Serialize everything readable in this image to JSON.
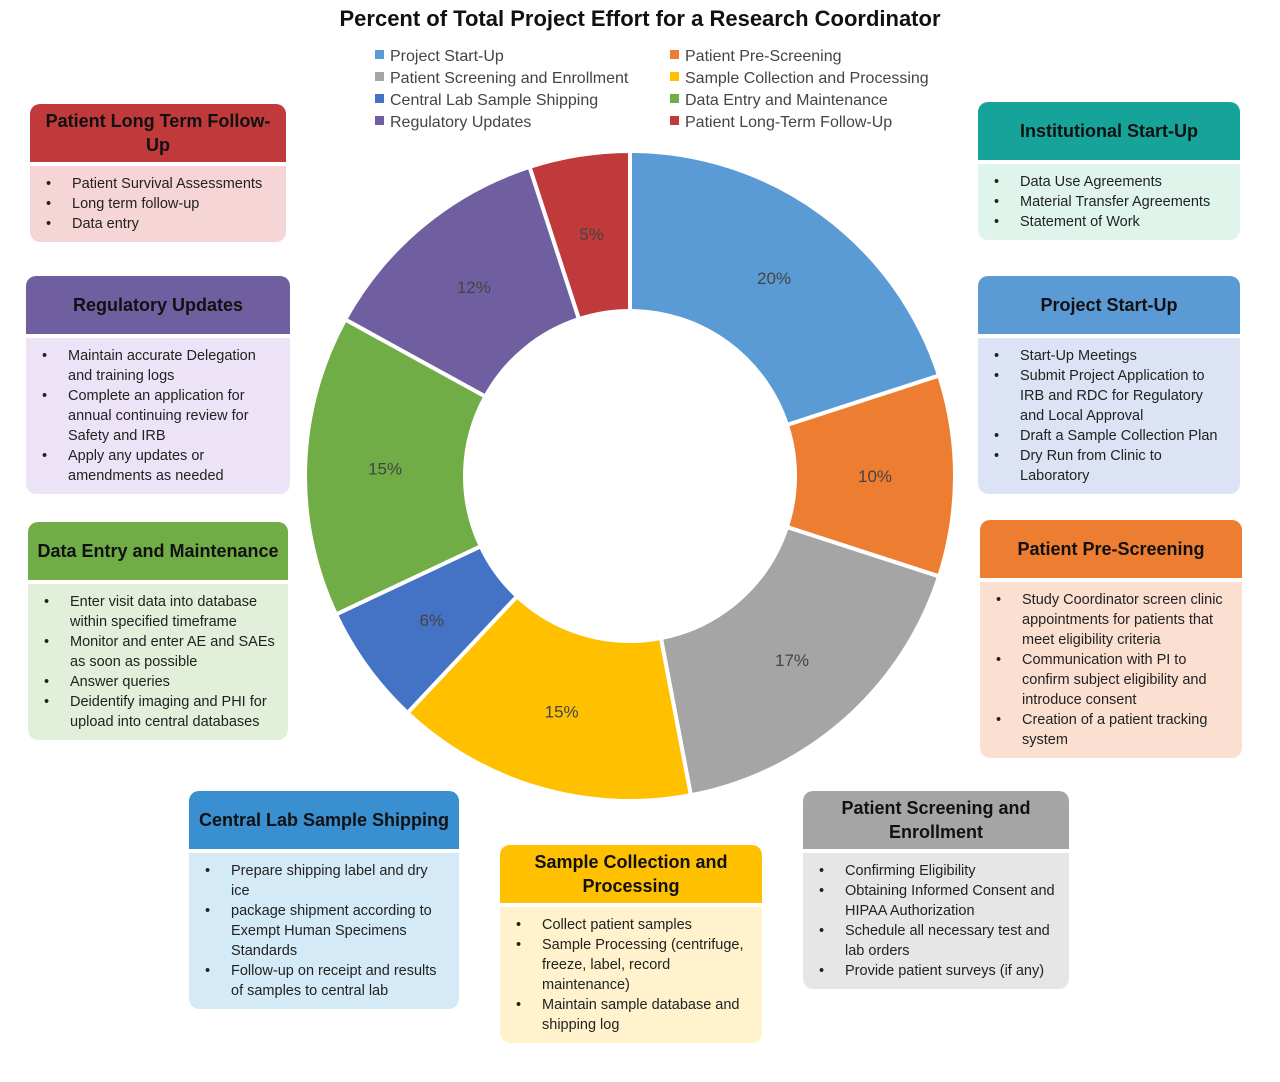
{
  "chart_data": {
    "type": "pie",
    "title": "Percent of Total Project Effort for a Research Coordinator",
    "categories": [
      "Project Start-Up",
      "Patient Pre-Screening",
      "Patient Screening and Enrollment",
      "Sample Collection and Processing",
      "Central Lab Sample Shipping",
      "Data Entry and Maintenance",
      "Regulatory Updates",
      "Patient Long-Term Follow-Up"
    ],
    "values": [
      20,
      10,
      17,
      15,
      6,
      15,
      12,
      5
    ],
    "value_labels": [
      "20%",
      "10%",
      "17%",
      "15%",
      "6%",
      "15%",
      "12%",
      "5%"
    ],
    "colors": [
      "#5b9bd5",
      "#ed7d31",
      "#a5a5a5",
      "#ffc000",
      "#4472c4",
      "#70ad47",
      "#6f5fa0",
      "#c0393b"
    ],
    "legend_position": "top",
    "donut": true
  },
  "legend": [
    {
      "label": "Project Start-Up",
      "color": "#5b9bd5"
    },
    {
      "label": "Patient Pre-Screening",
      "color": "#ed7d31"
    },
    {
      "label": "Patient Screening and Enrollment",
      "color": "#a5a5a5"
    },
    {
      "label": "Sample Collection and Processing",
      "color": "#ffc000"
    },
    {
      "label": "Central Lab Sample Shipping",
      "color": "#4472c4"
    },
    {
      "label": "Data Entry and Maintenance",
      "color": "#70ad47"
    },
    {
      "label": "Regulatory Updates",
      "color": "#6f5fa0"
    },
    {
      "label": "Patient Long-Term Follow-Up",
      "color": "#c0393b"
    }
  ],
  "boxes": {
    "long_term": {
      "title": "Patient Long Term Follow-Up",
      "head_color": "#c0393b",
      "body_color": "#f5d5d5",
      "items": [
        "Patient Survival Assessments",
        "Long term follow-up",
        "Data entry"
      ]
    },
    "regulatory": {
      "title": "Regulatory Updates",
      "head_color": "#6f5fa0",
      "body_color": "#ede3f7",
      "items": [
        "Maintain accurate Delegation and training logs",
        "Complete an application for annual continuing review for Safety and IRB",
        "Apply any updates or amendments as needed"
      ]
    },
    "data_entry": {
      "title": "Data Entry and Maintenance",
      "head_color": "#70ad47",
      "body_color": "#e2efd9",
      "items": [
        "Enter visit data into database within specified timeframe",
        "Monitor and enter AE and SAEs as soon as possible",
        "Answer queries",
        "Deidentify imaging and PHI for upload into central databases"
      ]
    },
    "shipping": {
      "title": "Central Lab Sample Shipping",
      "head_color": "#3a8fd0",
      "body_color": "#d5eaf7",
      "items": [
        "Prepare shipping label and dry ice",
        "package shipment according to Exempt Human Specimens Standards",
        "Follow-up on receipt and results of samples to central lab"
      ]
    },
    "collection": {
      "title": "Sample Collection and Processing",
      "head_color": "#ffc000",
      "body_color": "#fff2cc",
      "items": [
        "Collect patient samples",
        "Sample Processing (centrifuge, freeze, label, record maintenance)",
        "Maintain sample database and shipping log"
      ]
    },
    "screening": {
      "title": "Patient Screening and Enrollment",
      "head_color": "#a5a5a5",
      "body_color": "#e6e6e6",
      "items": [
        "Confirming Eligibility",
        "Obtaining Informed Consent and HIPAA Authorization",
        "Schedule all necessary test and lab orders",
        "Provide patient surveys (if any)"
      ]
    },
    "prescreening": {
      "title": "Patient Pre-Screening",
      "head_color": "#ed7d31",
      "body_color": "#fbe0d2",
      "items": [
        "Study Coordinator screen clinic appointments for patients that meet eligibility criteria",
        "Communication with PI to confirm subject eligibility and introduce consent",
        "Creation of a patient tracking system"
      ]
    },
    "project_startup": {
      "title": "Project Start-Up",
      "head_color": "#5b9bd5",
      "body_color": "#dce3f4",
      "items": [
        "Start-Up Meetings",
        "Submit Project Application to IRB and RDC for Regulatory and Local Approval",
        "Draft a Sample Collection Plan",
        "Dry Run from Clinic to Laboratory"
      ]
    },
    "institutional": {
      "title": "Institutional Start-Up",
      "head_color": "#16a39a",
      "body_color": "#dff5ec",
      "items": [
        "Data Use Agreements",
        "Material Transfer Agreements",
        "Statement of Work"
      ]
    }
  }
}
